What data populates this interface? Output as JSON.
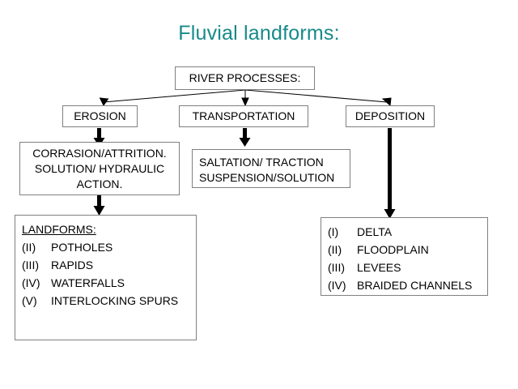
{
  "slide": {
    "title": "Fluvial landforms:",
    "title_color": "#178a8a",
    "background": "#ffffff",
    "box_border_color": "#808080",
    "arrow_color": "#000000"
  },
  "nodes": {
    "root": {
      "label": "RIVER PROCESSES:"
    },
    "erosion": {
      "label": "EROSION"
    },
    "transportation": {
      "label": "TRANSPORTATION"
    },
    "deposition": {
      "label": "DEPOSITION"
    },
    "erosion_processes": {
      "text": "CORRASION/ATTRITION.\nSOLUTION/ HYDRAULIC\nACTION."
    },
    "transport_processes": {
      "text": "SALTATION/ TRACTION\nSUSPENSION/SOLUTION"
    },
    "erosion_landforms": {
      "heading": "LANDFORMS:",
      "items": [
        {
          "num": "(II)",
          "label": "POTHOLES"
        },
        {
          "num": "(III)",
          "label": "RAPIDS"
        },
        {
          "num": "(IV)",
          "label": "WATERFALLS"
        },
        {
          "num": "(V)",
          "label": "INTERLOCKING SPURS"
        }
      ]
    },
    "deposition_landforms": {
      "items": [
        {
          "num": "(I)",
          "label": "DELTA"
        },
        {
          "num": "(II)",
          "label": "FLOODPLAIN"
        },
        {
          "num": "(III)",
          "label": "LEVEES"
        },
        {
          "num": "(IV)",
          "label": "BRAIDED CHANNELS"
        }
      ]
    }
  }
}
